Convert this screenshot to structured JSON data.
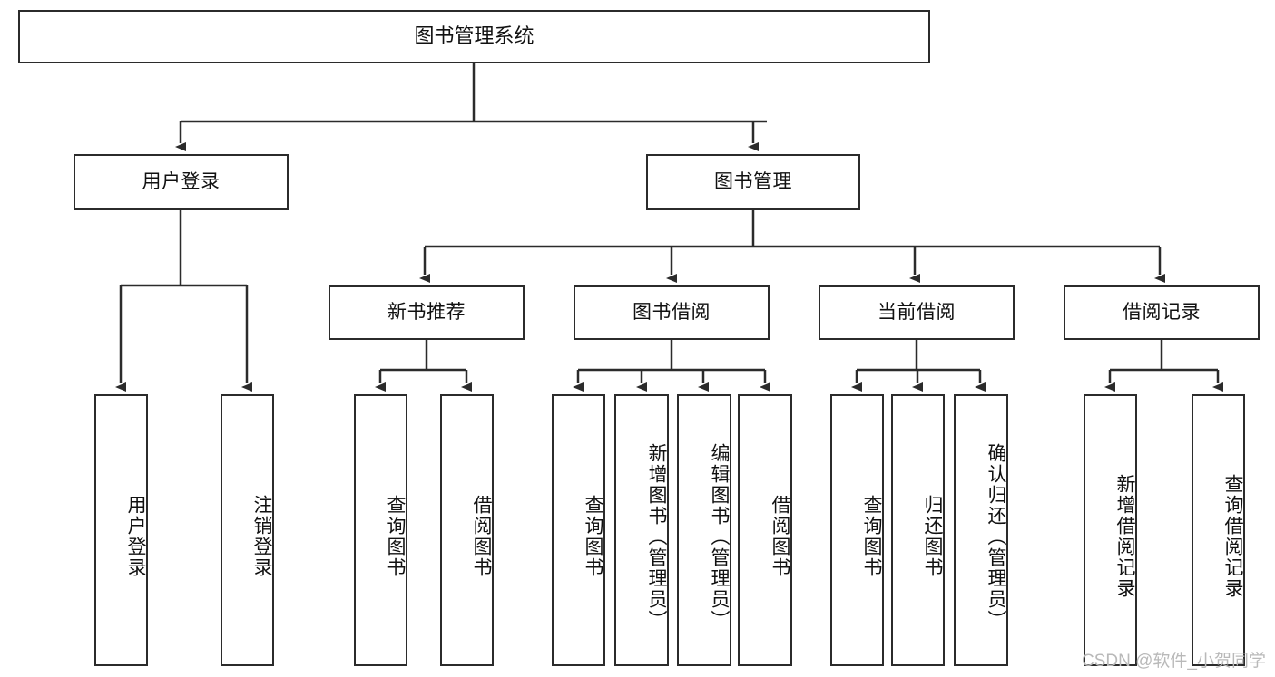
{
  "diagram": {
    "type": "tree-hierarchy",
    "title": "图书管理系统",
    "root": {
      "label": "图书管理系统",
      "orientation": "horizontal"
    },
    "level2": [
      {
        "label": "用户登录",
        "orientation": "horizontal"
      },
      {
        "label": "图书管理",
        "orientation": "horizontal"
      }
    ],
    "level3": [
      {
        "label": "新书推荐",
        "orientation": "horizontal"
      },
      {
        "label": "图书借阅",
        "orientation": "horizontal"
      },
      {
        "label": "当前借阅",
        "orientation": "horizontal"
      },
      {
        "label": "借阅记录",
        "orientation": "horizontal"
      }
    ],
    "leaves_user_login": [
      {
        "label": "用户登录",
        "orientation": "vertical"
      },
      {
        "label": "注销登录",
        "orientation": "vertical"
      }
    ],
    "leaves_new_book": [
      {
        "label": "查询图书",
        "orientation": "vertical"
      },
      {
        "label": "借阅图书",
        "orientation": "vertical"
      }
    ],
    "leaves_borrow": [
      {
        "label": "查询图书",
        "orientation": "vertical"
      },
      {
        "label": "新增图书（管理员）",
        "orientation": "vertical"
      },
      {
        "label": "编辑图书（管理员）",
        "orientation": "vertical"
      },
      {
        "label": "借阅图书",
        "orientation": "vertical"
      }
    ],
    "leaves_current": [
      {
        "label": "查询图书",
        "orientation": "vertical"
      },
      {
        "label": "归还图书",
        "orientation": "vertical"
      },
      {
        "label": "确认归还（管理员）",
        "orientation": "vertical"
      }
    ],
    "leaves_records": [
      {
        "label": "新增借阅记录",
        "orientation": "vertical"
      },
      {
        "label": "查询借阅记录",
        "orientation": "vertical"
      }
    ]
  },
  "watermark": {
    "text": "CSDN @软件_小贺同学"
  },
  "colors": {
    "stroke": "#2b2b2b",
    "fill": "#ffffff",
    "text": "#111111",
    "watermark": "#b9b9b9"
  }
}
